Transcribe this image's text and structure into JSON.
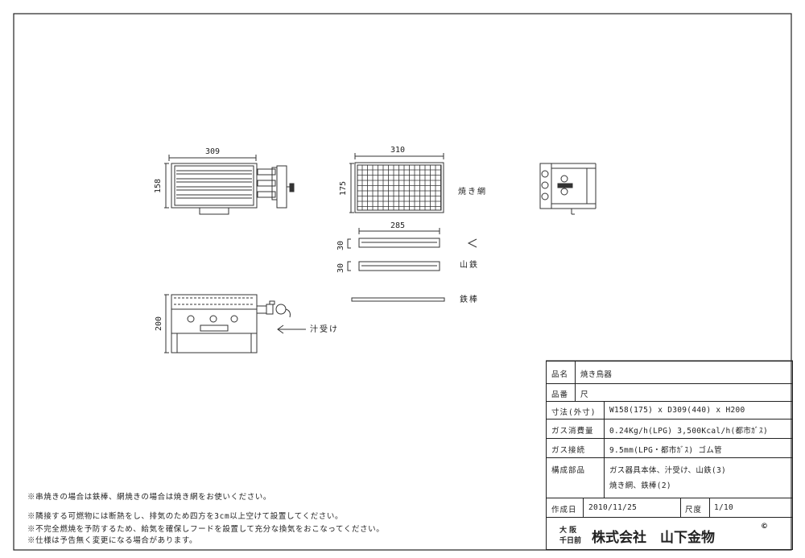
{
  "views": {
    "top_width_label": "309",
    "top_depth_label": "158",
    "net_width_label": "310",
    "net_depth_label": "175",
    "net_name": "焼き網",
    "bar_length_label": "285",
    "rail_height_label_1": "30",
    "rail_height_label_2": "30",
    "rail_symbol": "く",
    "rail_name": "山鉄",
    "rod_name": "鉄棒",
    "front_height_label": "200",
    "drip_tray_name": "汁受け"
  },
  "notes": [
    "※串焼きの場合は鉄棒、網焼きの場合は焼き網をお使いください。",
    "※隣接する可燃物には断熱をし、排気のため四方を3cm以上空けて設置してください。",
    "※不完全燃焼を予防するため、給気を確保しフードを設置して充分な換気をおこなってください。",
    "※仕様は予告無く変更になる場合があります。"
  ],
  "title_block": {
    "name_key": "品名",
    "name_val": "焼き鳥器",
    "number_key": "品番",
    "number_val": "尺",
    "dims_key": "寸法(外寸)",
    "dims_val": "W158(175) x D309(440) x H200",
    "gas_key": "ガス消費量",
    "gas_val": "0.24Kg/h(LPG) 3,500Kcal/h(都市ｶﾞｽ)",
    "conn_key": "ガス接続",
    "conn_val": "9.5mm(LPG・都市ｶﾞｽ) ゴム管",
    "parts_key": "構成部品",
    "parts_val_1": "ガス器具本体、汁受け、山鉄(3)",
    "parts_val_2": "焼き網、鉄棒(2)",
    "date_key": "作成日",
    "date_val": "2010/11/25",
    "scale_key": "尺度",
    "scale_val": "1/10",
    "city_top": "大 阪",
    "city_bottom": "千日前",
    "company": "株式会社　山下金物",
    "registered_mark": "©"
  }
}
